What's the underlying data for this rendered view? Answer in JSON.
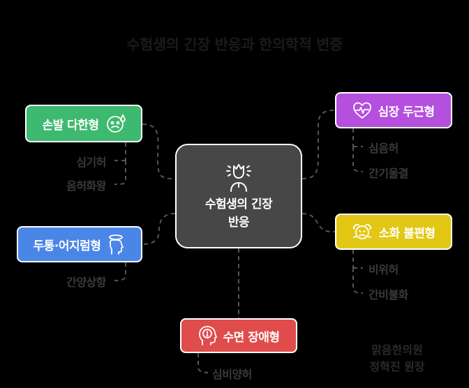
{
  "title": "수험생의 긴장 반응과 한의학적 변증",
  "center": {
    "line1": "수험생의 긴장",
    "line2": "반응"
  },
  "nodes": {
    "hands_feet": {
      "label": "손발 다한형",
      "color": "#3dba6f",
      "icon": "sweat-face-icon"
    },
    "head": {
      "label": "두통·어지럼형",
      "color": "#4a86e8",
      "icon": "dizzy-head-icon"
    },
    "sleep": {
      "label": "수면 장애형",
      "color": "#e04c4c",
      "icon": "alert-head-icon"
    },
    "heart": {
      "label": "심장 두근형",
      "color": "#b44fde",
      "icon": "heartbeat-icon"
    },
    "digest": {
      "label": "소화 불편형",
      "color": "#e3c715",
      "icon": "stomach-upset-icon"
    }
  },
  "subs": {
    "hands_feet": [
      "심기허",
      "음허화왕"
    ],
    "head": [
      "간양상항"
    ],
    "sleep": [
      "심비양허"
    ],
    "heart": [
      "심음허",
      "간기울결"
    ],
    "digest": [
      "비위허",
      "간비불화"
    ]
  },
  "credit": {
    "line1": "맑음한의원",
    "line2": "정혁진 원장"
  },
  "colors": {
    "background": "#000000",
    "center_fill": "#474747",
    "connector": "#555555"
  }
}
